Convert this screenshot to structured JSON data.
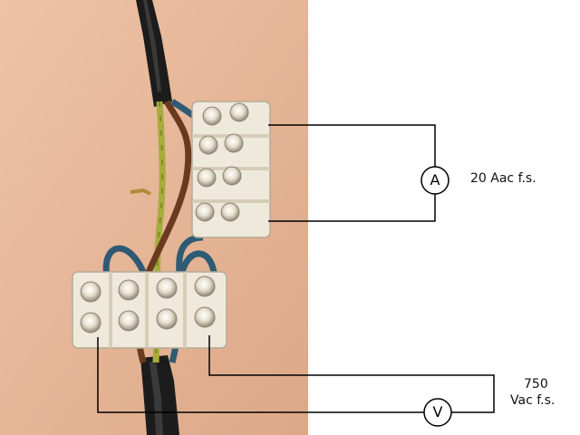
{
  "ammeter": {
    "symbol": "A",
    "range_label": "20 Aac f.s."
  },
  "voltmeter": {
    "symbol": "V",
    "range_line1": "750",
    "range_line2": "Vac f.s."
  },
  "colors": {
    "backdrop": "#e9b79a",
    "cable_jacket": "#1c1c1c",
    "wire_brown": "#6b3a1e",
    "wire_blue": "#2e5a74",
    "wire_yellow_green": "#a7ad3c",
    "terminal_block": "#efe9db",
    "circuit_line": "#000000"
  }
}
